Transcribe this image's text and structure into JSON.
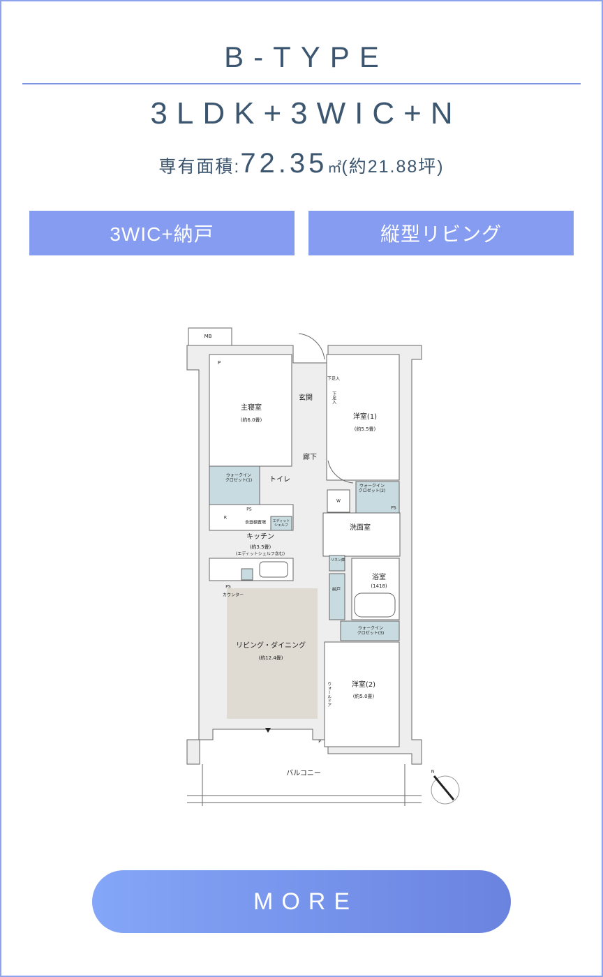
{
  "header": {
    "type": "B-TYPE",
    "layout": "3LDK+3WIC+N",
    "area_label": "専有面積:",
    "area_value": "72.35",
    "area_unit": "㎡",
    "area_tsubo": "(約21.88坪)"
  },
  "tags": [
    "3WIC+納戸",
    "縦型リビング"
  ],
  "plan": {
    "mb": "MB",
    "p1": "P",
    "p2": "P",
    "master": "主寝室",
    "master_size": "(約6.0畳)",
    "entrance": "玄関",
    "shoe1": "下足入",
    "shoe2": "下足入",
    "western1": "洋室(1)",
    "western1_size": "(約5.5畳)",
    "hall": "廊下",
    "wic1": "ウォークイン\nクロゼット(1)",
    "toilet": "トイレ",
    "wic2": "ウォークイン\nクロゼット(2)",
    "w": "W",
    "ps1": "PS",
    "ps2": "PS",
    "ps3": "PS",
    "r": "R",
    "cupboard": "食器棚置場",
    "edit_shelf": "エディット\nシェルフ",
    "washroom": "洗面室",
    "kitchen": "キッチン",
    "kitchen_size": "(約3.5畳)",
    "kitchen_note": "(エディットシェルフ含む)",
    "linen": "リネン庫",
    "bath": "浴室",
    "bath_size": "(1418)",
    "storage": "納戸",
    "counter": "カウンター",
    "living": "リビング・ダイニング",
    "living_size": "(約12.4畳)",
    "wic3": "ウォークイン\nクロゼット(3)",
    "wall_door": "ウォールドア",
    "western2": "洋室(2)",
    "western2_size": "(約5.0畳)",
    "balcony": "バルコニー",
    "north": "N"
  },
  "more_label": "MORE",
  "colors": {
    "accent": "#859cf0",
    "text": "#3c5670",
    "closet": "#c8dbe0",
    "living": "#e0dbd2"
  }
}
